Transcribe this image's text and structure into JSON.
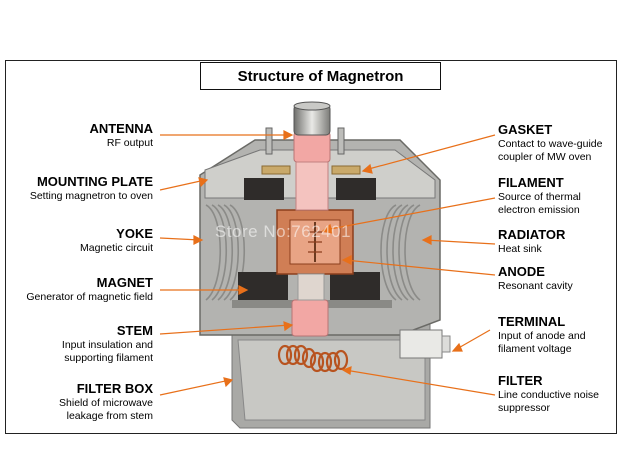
{
  "title": "Structure of Magnetron",
  "watermark": "Store No:762401",
  "left_labels": [
    {
      "name": "ANTENNA",
      "desc": [
        "RF output"
      ]
    },
    {
      "name": "MOUNTING PLATE",
      "desc": [
        "Setting magnetron to oven"
      ]
    },
    {
      "name": "YOKE",
      "desc": [
        "Magnetic circuit"
      ]
    },
    {
      "name": "MAGNET",
      "desc": [
        "Generator of magnetic field"
      ]
    },
    {
      "name": "STEM",
      "desc": [
        "Input insulation and",
        "supporting filament"
      ]
    },
    {
      "name": "FILTER BOX",
      "desc": [
        "Shield of microwave",
        "leakage from stem"
      ]
    }
  ],
  "right_labels": [
    {
      "name": "GASKET",
      "desc": [
        "Contact to wave-guide",
        "coupler of MW oven"
      ]
    },
    {
      "name": "FILAMENT",
      "desc": [
        "Source of thermal",
        "electron emission"
      ]
    },
    {
      "name": "RADIATOR",
      "desc": [
        "Heat sink"
      ]
    },
    {
      "name": "ANODE",
      "desc": [
        "Resonant cavity"
      ]
    },
    {
      "name": "TERMINAL",
      "desc": [
        "Input of anode and",
        "filament voltage"
      ]
    },
    {
      "name": "FILTER",
      "desc": [
        "Line conductive noise",
        "suppressor"
      ]
    }
  ],
  "colors": {
    "leader": "#e8701a",
    "copper": "#c46a3a",
    "pink": "#f2a7a4",
    "metal": "#b9b9b6",
    "magnet": "#2f2c2a"
  }
}
